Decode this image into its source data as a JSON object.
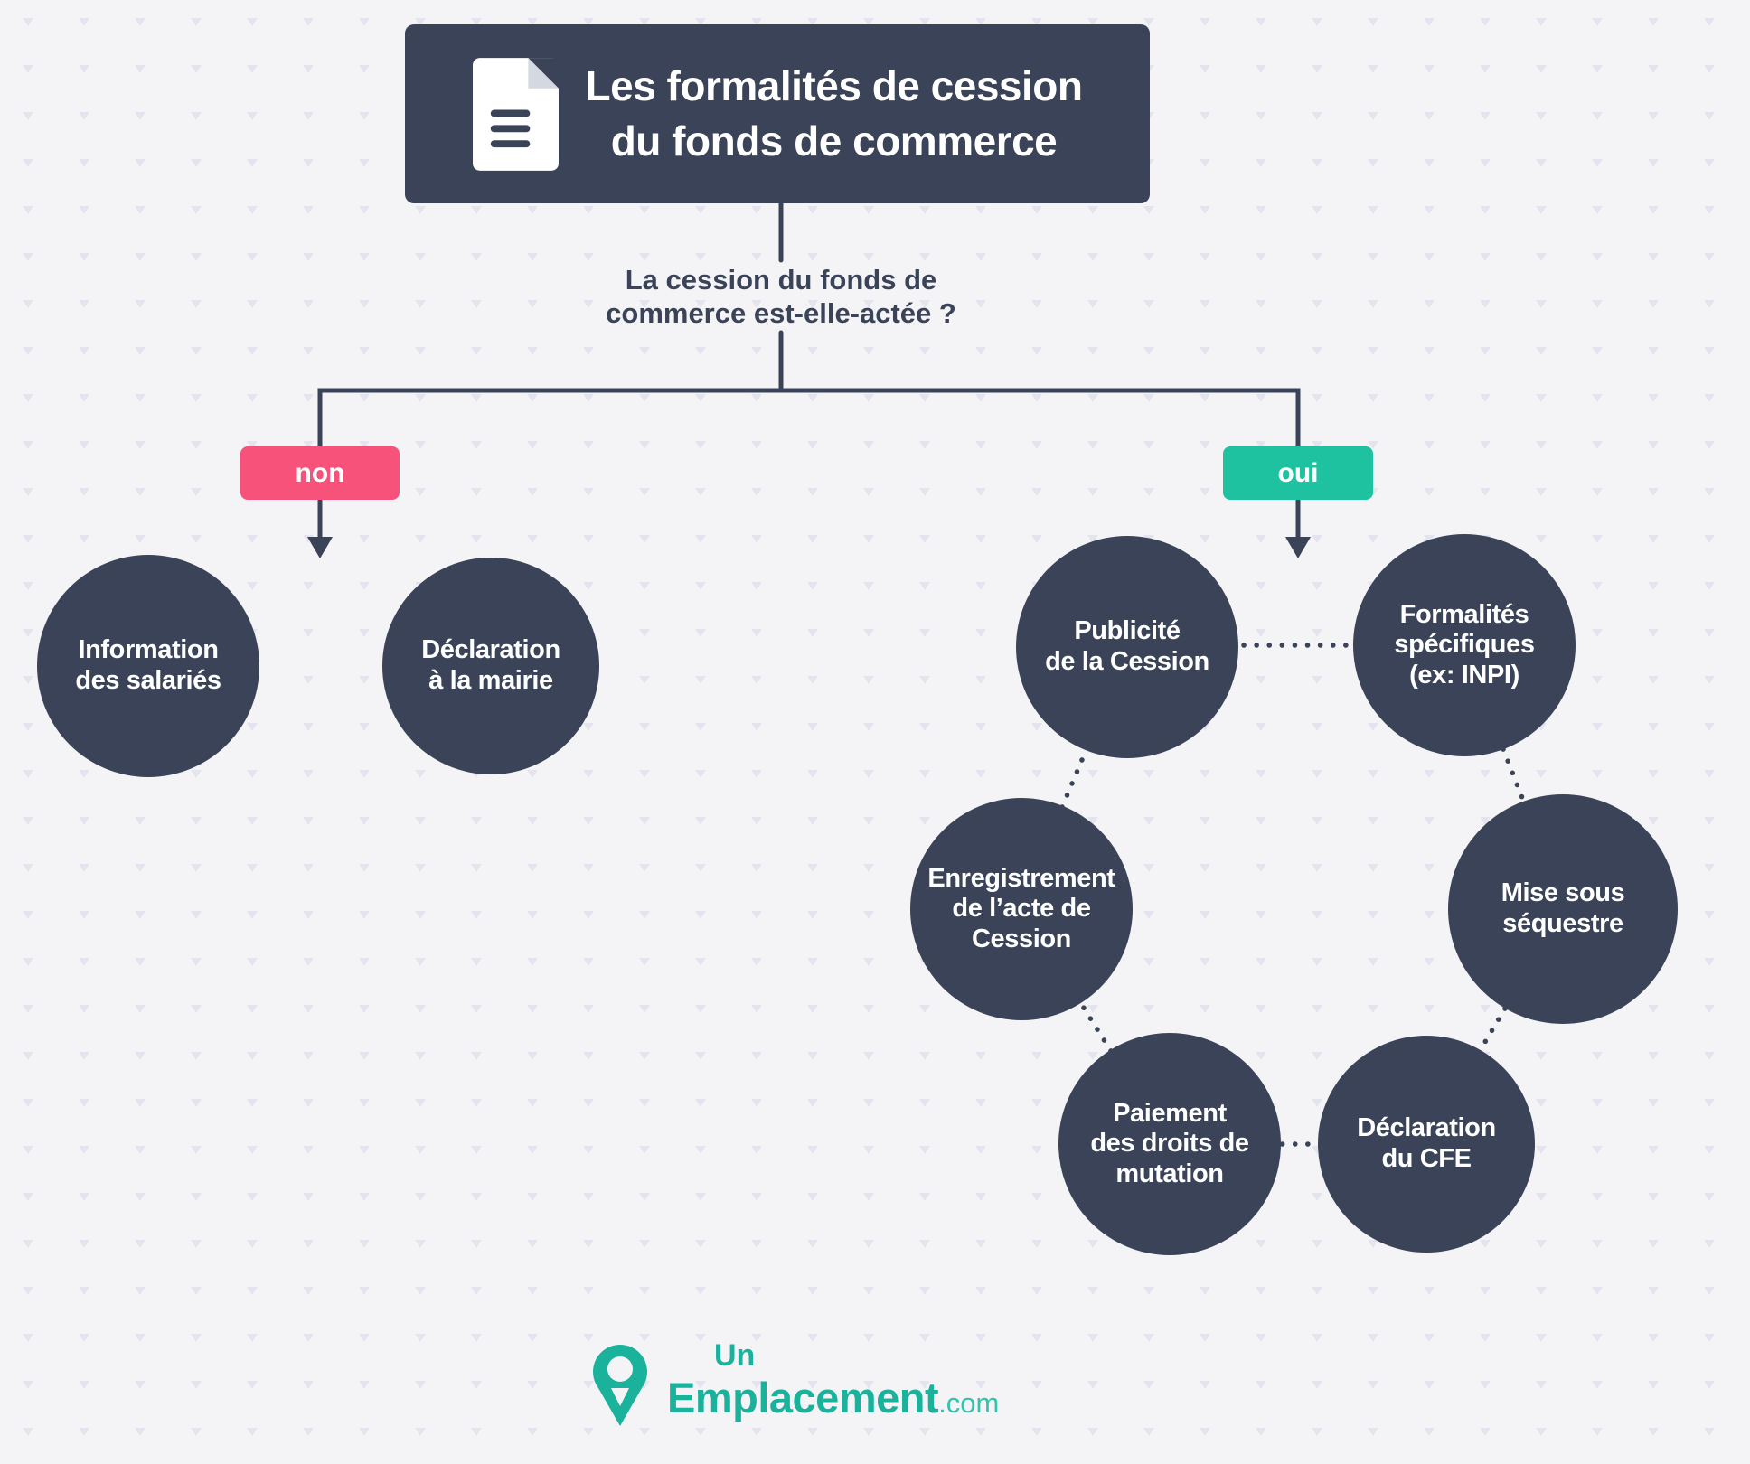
{
  "palette": {
    "navy": "#3a4357",
    "pink": "#f6527a",
    "teal": "#1ec2a0",
    "logo_teal": "#1ab29b",
    "background": "#f4f4f7",
    "pattern": "#e4e4ee"
  },
  "header": {
    "icon": "document-icon",
    "title_line1": "Les formalités de cession",
    "title_line2": "du fonds de commerce"
  },
  "question": {
    "line1": "La cession du fonds de",
    "line2": "commerce est-elle-actée ?"
  },
  "branch_no": {
    "label": "non",
    "nodes": [
      {
        "lines": [
          "Information",
          "des salariés"
        ]
      },
      {
        "lines": [
          "Déclaration",
          "à la mairie"
        ]
      }
    ]
  },
  "branch_yes": {
    "label": "oui",
    "cycle": [
      {
        "lines": [
          "Publicité",
          "de la Cession"
        ]
      },
      {
        "lines": [
          "Formalités",
          "spécifiques",
          "(ex: INPI)"
        ]
      },
      {
        "lines": [
          "Mise sous",
          "séquestre"
        ]
      },
      {
        "lines": [
          "Déclaration",
          "du CFE"
        ]
      },
      {
        "lines": [
          "Paiement",
          "des droits de",
          "mutation"
        ]
      },
      {
        "lines": [
          "Enregistrement",
          "de l’acte de",
          "Cession"
        ]
      }
    ]
  },
  "logo": {
    "line1": "Un",
    "brand": "Emplacement",
    "suffix": ".com"
  }
}
